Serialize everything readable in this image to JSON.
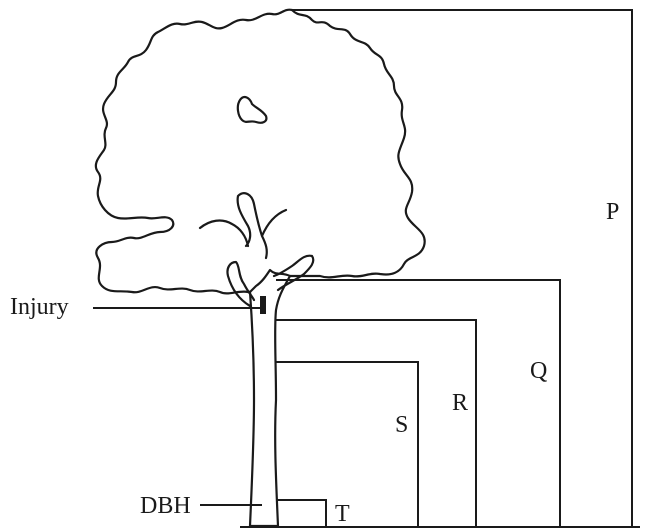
{
  "labels": {
    "injury": "Injury",
    "dbh": "DBH",
    "p": "P",
    "q": "Q",
    "r": "R",
    "s": "S",
    "t": "T"
  },
  "icons": {
    "tree": "tree-illustration-icon",
    "injury_mark": "injury-mark-icon"
  },
  "colors": {
    "line": "#1a1a1a",
    "background": "#ffffff"
  }
}
